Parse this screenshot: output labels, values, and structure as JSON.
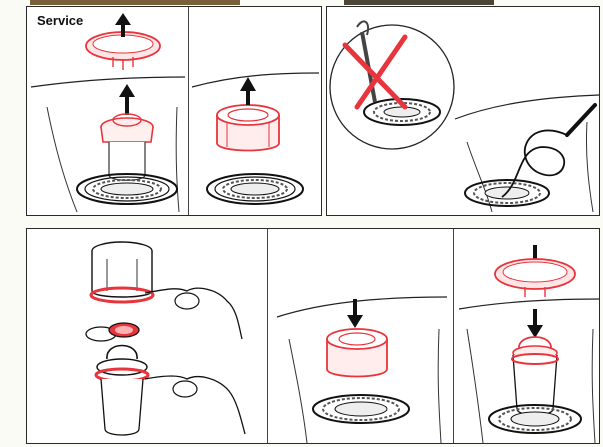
{
  "page": {
    "heading": "Service",
    "colors": {
      "accent": "#e8343c",
      "line": "#1a1a1a",
      "paper": "#fbfbf6"
    }
  },
  "steps": {
    "top_left": [
      "lift-cap",
      "lift-strainer-insert",
      "remove-insert"
    ],
    "top_right": [
      "do-not-use-tool",
      "clean-drain-with-spiral"
    ],
    "bottom": [
      "replace-seal-ring",
      "insert-strainer",
      "reinstall-cap-and-insert"
    ]
  },
  "icons": [
    "arrow-up-icon",
    "arrow-down-icon",
    "cross-icon",
    "hand-icon",
    "spiral-cleaner-icon"
  ]
}
